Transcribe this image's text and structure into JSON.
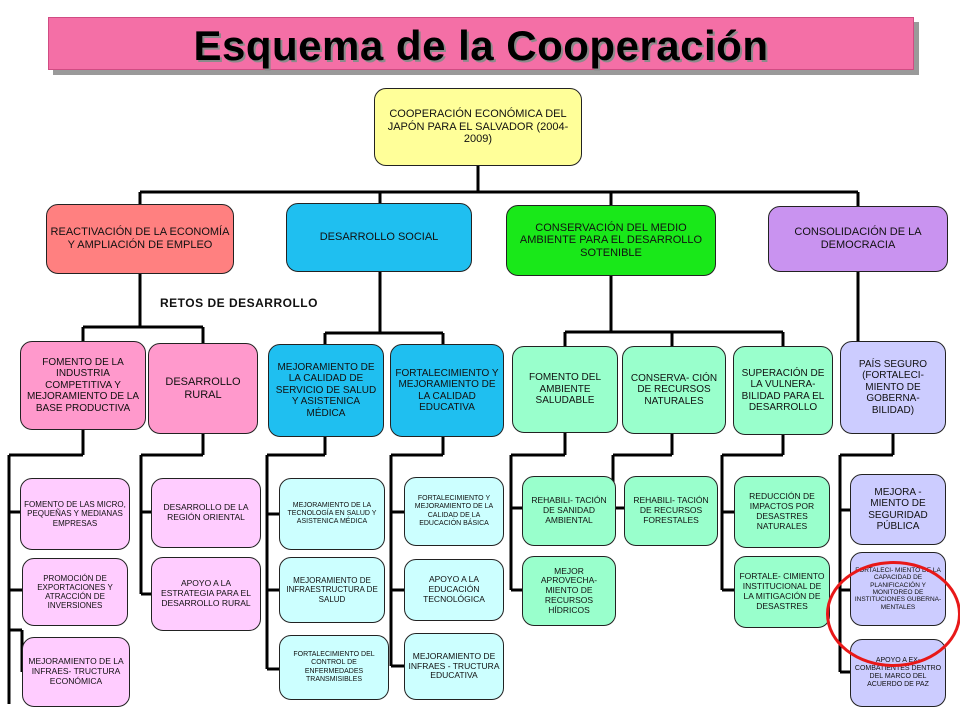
{
  "title": "Esquema de la Cooperación",
  "root": "COOPERACIÓN ECONÓMICA DEL JAPÓN PARA EL SALVADOR (2004-2009)",
  "retos_label": "RETOS DE DESARROLLO",
  "pillars": [
    "REACTIVACIÓN DE LA ECONOMÍA Y AMPLIACIÓN DE EMPLEO",
    "DESARROLLO SOCIAL",
    "CONSERVACIÓN DEL MEDIO AMBIENTE PARA EL DESARROLLO SOTENIBLE",
    "CONSOLIDACIÓN DE LA DEMOCRACIA"
  ],
  "challenges": [
    "FOMENTO DE LA INDUSTRIA COMPETITIVA Y MEJORAMIENTO DE LA BASE PRODUCTIVA",
    "DESARROLLO RURAL",
    "MEJORAMIENTO DE LA CALIDAD DE SERVICIO DE SALUD Y ASISTENICA MÉDICA",
    "FORTALECIMIENTO Y MEJORAMIENTO DE LA CALIDAD EDUCATIVA",
    "FOMENTO DEL AMBIENTE SALUDABLE",
    "CONSERVA- CIÓN DE RECURSOS NATURALES",
    "SUPERACIÓN DE LA VULNERA- BILIDAD PARA EL DESARROLLO",
    "PAÍS SEGURO (FORTALECI- MIENTO DE GOBERNA- BILIDAD)"
  ],
  "programs": [
    "FOMENTO DE LAS MICRO, PEQUEÑAS Y MEDIANAS EMPRESAS",
    "PROMOCIÓN DE EXPORTACIONES Y ATRACCIÓN DE INVERSIONES",
    "MEJORAMIENTO DE LA INFRAES- TRUCTURA ECONÓMICA",
    "DESARROLLO DE LA REGIÓN ORIENTAL",
    "APOYO A LA ESTRATEGIA PARA EL DESARROLLO RURAL",
    "MEJORAMIENTO DE LA TECNOLOGÍA EN SALUD Y ASISTENICA MÉDICA",
    "MEJORAMIENTO DE INFRAESTRUCTURA DE SALUD",
    "FORTALECIMIENTO DEL CONTROL DE ENFERMEDADES TRANSMISIBLES",
    "FORTALECIMIENTO Y MEJORAMIENTO DE LA CALIDAD DE LA EDUCACIÓN BÁSICA",
    "APOYO A LA EDUCACIÓN TECNOLÓGICA",
    "MEJORAMIENTO DE INFRAES - TRUCTURA EDUCATIVA",
    "REHABILI- TACIÓN DE SANIDAD AMBIENTAL",
    "MEJOR APROVECHA- MIENTO DE RECURSOS HÍDRICOS",
    "REHABILI- TACIÓN DE RECURSOS FORESTALES",
    "REDUCCIÓN DE IMPACTOS POR DESASTRES NATURALES",
    "FORTALE- CIMIENTO INSTITUCIONAL DE LA MITIGACIÓN DE DESASTRES",
    "MEJORA - MIENTO DE SEGURIDAD PÚBLICA",
    "FORTALECI- MIENTO DE LA CAPACIDAD DE PLANIFICACIÓN Y MONITOREO DE INSTITUCIONES GUBERNA- MENTALES",
    "APOYO A EX- COMBATIENTES DENTRO DEL MARCO DEL ACUERDO DE PAZ"
  ],
  "colors": {
    "title_bg": "#f46fa6",
    "root": "#ffff99",
    "pillar_economy": "#ff8080",
    "pillar_social": "#1fbff0",
    "pillar_environment": "#19e819",
    "pillar_democracy": "#c993f0",
    "highlight_circle": "#e81818"
  }
}
